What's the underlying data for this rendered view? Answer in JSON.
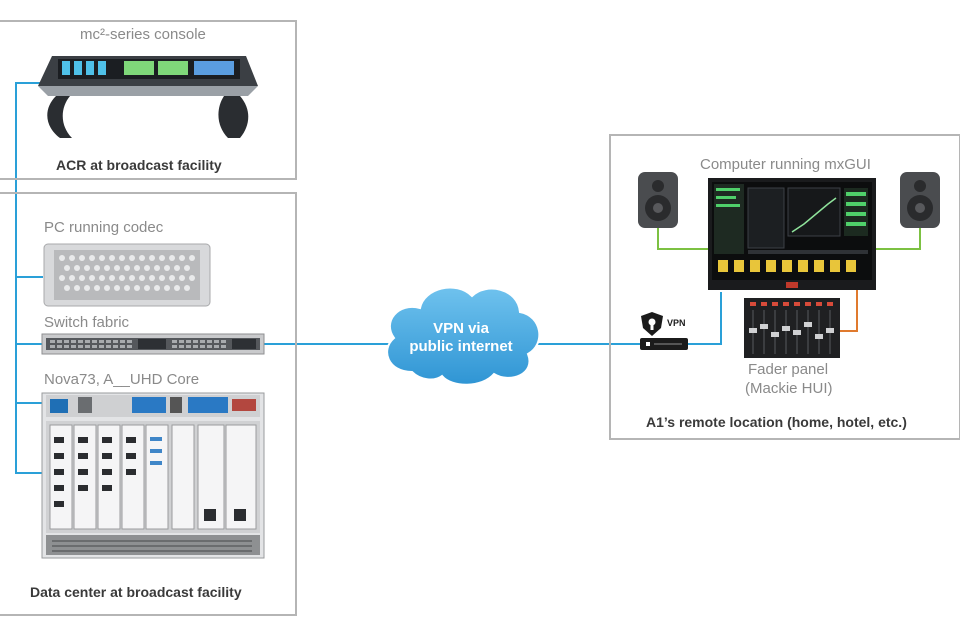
{
  "acr_box": {
    "device_label": "mc²-series console",
    "caption": "ACR at broadcast facility"
  },
  "datacenter_box": {
    "codec_label": "PC running codec",
    "switch_label": "Switch fabric",
    "core_label": "Nova73, A__UHD Core",
    "caption": "Data center at broadcast facility"
  },
  "cloud": {
    "line1": "VPN via",
    "line2": "public internet"
  },
  "remote_box": {
    "computer_label": "Computer running mxGUI",
    "vpn_badge": "VPN",
    "fader_line1": "Fader panel",
    "fader_line2": "(Mackie HUI)",
    "caption": "A1’s remote location (home, hotel, etc.)"
  },
  "colors": {
    "network_line": "#2aa0d8",
    "audio_line": "#7cc142",
    "midi_line": "#e07a2e",
    "cloud": "#3aa3db",
    "frame": "#b5b5b5"
  }
}
